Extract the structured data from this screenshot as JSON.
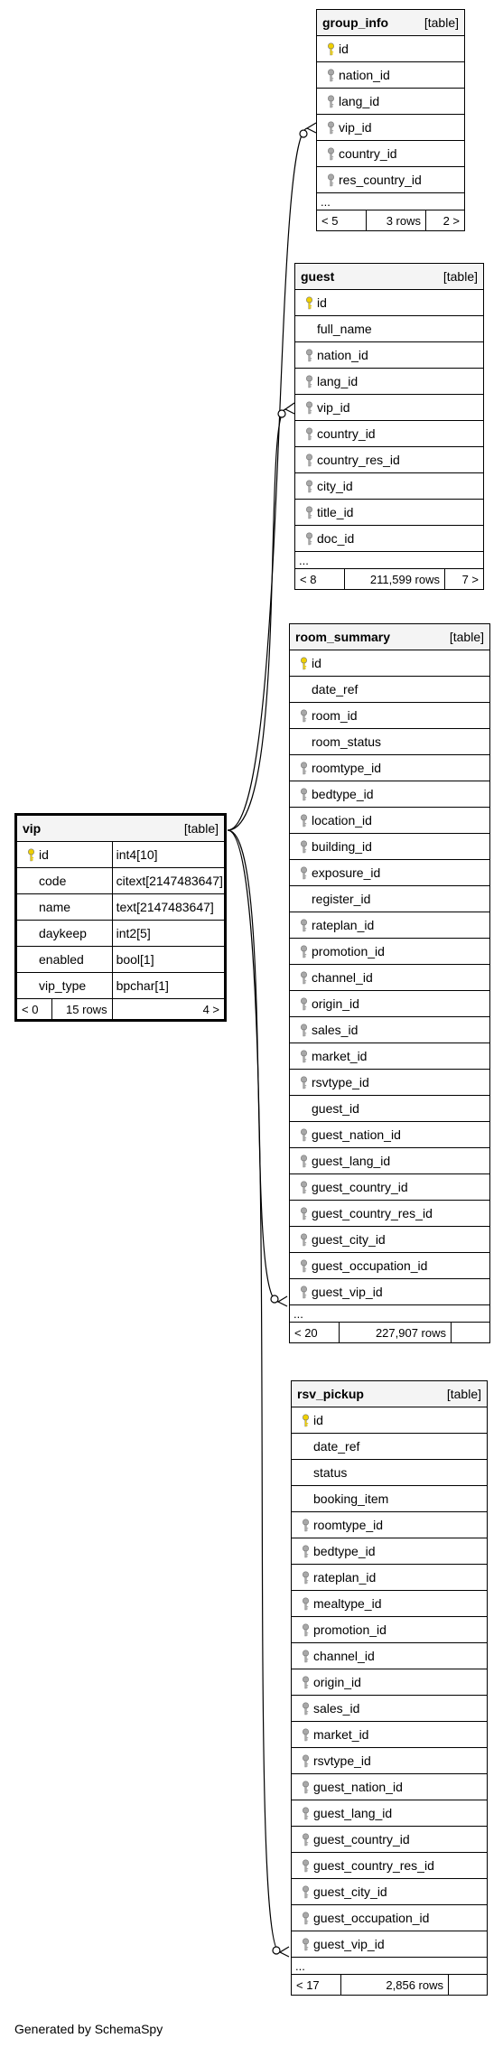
{
  "tables": {
    "group_info": {
      "name": "group_info",
      "kind": "[table]",
      "columns": [
        {
          "name": "id",
          "key": "pk"
        },
        {
          "name": "nation_id",
          "key": "fk"
        },
        {
          "name": "lang_id",
          "key": "fk"
        },
        {
          "name": "vip_id",
          "key": "fk"
        },
        {
          "name": "country_id",
          "key": "fk"
        },
        {
          "name": "res_country_id",
          "key": "fk"
        }
      ],
      "ellipsis": "...",
      "footer": {
        "left": "< 5",
        "mid": "3 rows",
        "right": "2 >"
      }
    },
    "guest": {
      "name": "guest",
      "kind": "[table]",
      "columns": [
        {
          "name": "id",
          "key": "pk"
        },
        {
          "name": "full_name",
          "key": "none"
        },
        {
          "name": "nation_id",
          "key": "fk"
        },
        {
          "name": "lang_id",
          "key": "fk"
        },
        {
          "name": "vip_id",
          "key": "fk"
        },
        {
          "name": "country_id",
          "key": "fk"
        },
        {
          "name": "country_res_id",
          "key": "fk"
        },
        {
          "name": "city_id",
          "key": "fk"
        },
        {
          "name": "title_id",
          "key": "fk"
        },
        {
          "name": "doc_id",
          "key": "fk"
        }
      ],
      "ellipsis": "...",
      "footer": {
        "left": "< 8",
        "mid": "211,599 rows",
        "right": "7 >"
      }
    },
    "room_summary": {
      "name": "room_summary",
      "kind": "[table]",
      "columns": [
        {
          "name": "id",
          "key": "pk"
        },
        {
          "name": "date_ref",
          "key": "none"
        },
        {
          "name": "room_id",
          "key": "fk"
        },
        {
          "name": "room_status",
          "key": "none"
        },
        {
          "name": "roomtype_id",
          "key": "fk"
        },
        {
          "name": "bedtype_id",
          "key": "fk"
        },
        {
          "name": "location_id",
          "key": "fk"
        },
        {
          "name": "building_id",
          "key": "fk"
        },
        {
          "name": "exposure_id",
          "key": "fk"
        },
        {
          "name": "register_id",
          "key": "none"
        },
        {
          "name": "rateplan_id",
          "key": "fk"
        },
        {
          "name": "promotion_id",
          "key": "fk"
        },
        {
          "name": "channel_id",
          "key": "fk"
        },
        {
          "name": "origin_id",
          "key": "fk"
        },
        {
          "name": "sales_id",
          "key": "fk"
        },
        {
          "name": "market_id",
          "key": "fk"
        },
        {
          "name": "rsvtype_id",
          "key": "fk"
        },
        {
          "name": "guest_id",
          "key": "none"
        },
        {
          "name": "guest_nation_id",
          "key": "fk"
        },
        {
          "name": "guest_lang_id",
          "key": "fk"
        },
        {
          "name": "guest_country_id",
          "key": "fk"
        },
        {
          "name": "guest_country_res_id",
          "key": "fk"
        },
        {
          "name": "guest_city_id",
          "key": "fk"
        },
        {
          "name": "guest_occupation_id",
          "key": "fk"
        },
        {
          "name": "guest_vip_id",
          "key": "fk"
        }
      ],
      "ellipsis": "...",
      "footer": {
        "left": "< 20",
        "mid": "227,907 rows",
        "right": ""
      }
    },
    "rsv_pickup": {
      "name": "rsv_pickup",
      "kind": "[table]",
      "columns": [
        {
          "name": "id",
          "key": "pk"
        },
        {
          "name": "date_ref",
          "key": "none"
        },
        {
          "name": "status",
          "key": "none"
        },
        {
          "name": "booking_item",
          "key": "none"
        },
        {
          "name": "roomtype_id",
          "key": "fk"
        },
        {
          "name": "bedtype_id",
          "key": "fk"
        },
        {
          "name": "rateplan_id",
          "key": "fk"
        },
        {
          "name": "mealtype_id",
          "key": "fk"
        },
        {
          "name": "promotion_id",
          "key": "fk"
        },
        {
          "name": "channel_id",
          "key": "fk"
        },
        {
          "name": "origin_id",
          "key": "fk"
        },
        {
          "name": "sales_id",
          "key": "fk"
        },
        {
          "name": "market_id",
          "key": "fk"
        },
        {
          "name": "rsvtype_id",
          "key": "fk"
        },
        {
          "name": "guest_nation_id",
          "key": "fk"
        },
        {
          "name": "guest_lang_id",
          "key": "fk"
        },
        {
          "name": "guest_country_id",
          "key": "fk"
        },
        {
          "name": "guest_country_res_id",
          "key": "fk"
        },
        {
          "name": "guest_city_id",
          "key": "fk"
        },
        {
          "name": "guest_occupation_id",
          "key": "fk"
        },
        {
          "name": "guest_vip_id",
          "key": "fk"
        }
      ],
      "ellipsis": "...",
      "footer": {
        "left": "< 17",
        "mid": "2,856 rows",
        "right": ""
      }
    },
    "vip": {
      "name": "vip",
      "kind": "[table]",
      "columns": [
        {
          "name": "id",
          "key": "pk",
          "type": "int4[10]"
        },
        {
          "name": "code",
          "key": "none",
          "type": "citext[2147483647]"
        },
        {
          "name": "name",
          "key": "none",
          "type": "text[2147483647]"
        },
        {
          "name": "daykeep",
          "key": "none",
          "type": "int2[5]"
        },
        {
          "name": "enabled",
          "key": "none",
          "type": "bool[1]"
        },
        {
          "name": "vip_type",
          "key": "none",
          "type": "bpchar[1]"
        }
      ],
      "footer": {
        "left": "< 0",
        "mid": "15 rows",
        "right": "4 >"
      }
    }
  },
  "credit": "Generated by SchemaSpy",
  "colors": {
    "primary_key": "#f0d000",
    "foreign_key": "#a8a8a8",
    "header_bg": "#f4f4f4"
  }
}
